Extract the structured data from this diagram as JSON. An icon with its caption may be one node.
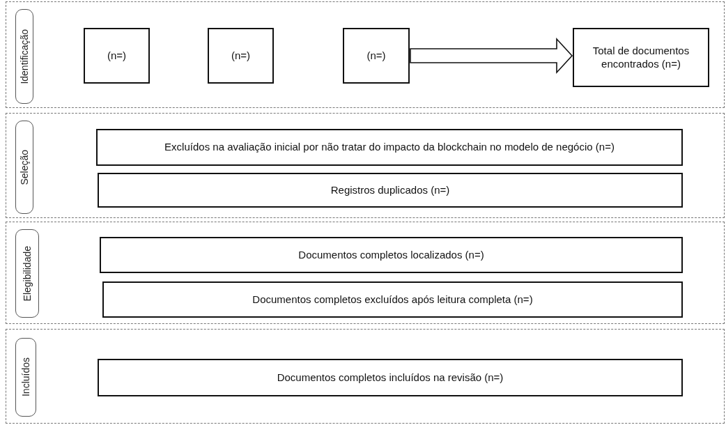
{
  "diagram": {
    "nodes": [
      {
        "text": [
          "Identificação"
        ]
      },
      {
        "text": [
          "(n=)"
        ],
        "in": 0
      },
      {
        "text": [
          "(n=)"
        ],
        "in": 0
      },
      {
        "text": [
          "(n=)"
        ],
        "in": 0
      },
      {
        "text": [
          "Total de documentos encontrados (n=)"
        ],
        "in": 0
      },
      {
        "text": [
          "Seleção"
        ]
      },
      {
        "text": [
          "Excluídos na avaliação inicial por não tratar do impacto da blockchain no modelo de negócio (n=)"
        ],
        "in": 5
      },
      {
        "text": [
          "Registros duplicados (n=)"
        ],
        "in": 5
      },
      {
        "text": [
          "Elegibilidade"
        ]
      },
      {
        "text": [
          "Documentos completos localizados (n=)"
        ],
        "in": 8
      },
      {
        "text": [
          "Documentos completos excluídos após leitura completa (n=)"
        ],
        "in": 8
      },
      {
        "text": [
          "Incluídos"
        ]
      },
      {
        "text": [
          "Documentos completos incluídos na revisão (n=)"
        ],
        "in": 11
      }
    ],
    "edges": [
      {
        "from": 3,
        "to": 4,
        "arrow": "to"
      }
    ]
  }
}
